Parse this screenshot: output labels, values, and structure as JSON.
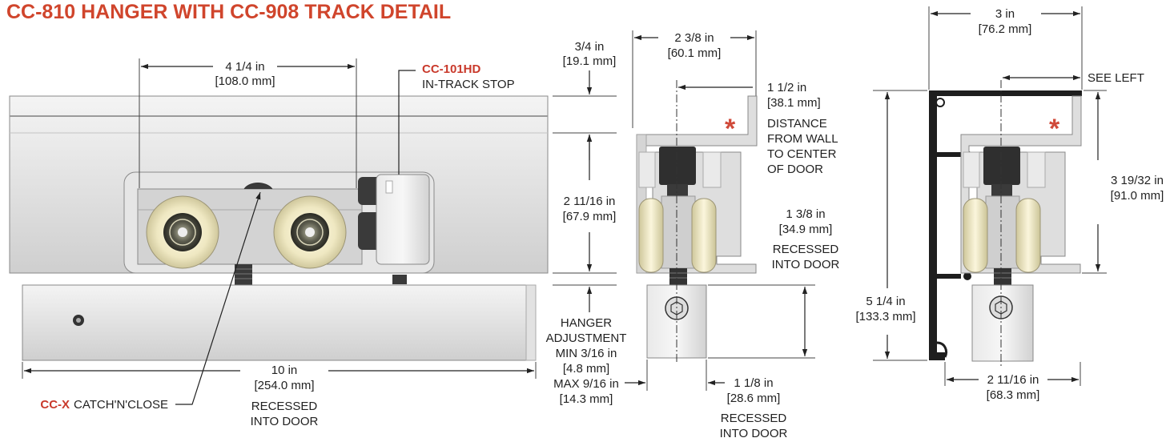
{
  "title": "CC-810 HANGER WITH CC-908 TRACK DETAIL",
  "labels": {
    "roller_spacing": [
      "4 1/4 in",
      "[108.0 mm]"
    ],
    "stop_code": "CC-101HD",
    "stop_name": "IN-TRACK STOP",
    "door_length": [
      "10 in",
      "[254.0 mm]",
      "RECESSED",
      "INTO DOOR"
    ],
    "catch_code": "CC-X",
    "catch_name": "CATCH'N'CLOSE",
    "top_gap": [
      "3/4 in",
      "[19.1 mm]"
    ],
    "track_height": [
      "2 11/16 in",
      "[67.9 mm]"
    ],
    "adjustment": [
      "HANGER",
      "ADJUSTMENT",
      "MIN 3/16 in",
      "[4.8 mm]",
      "MAX 9/16 in",
      "[14.3 mm]"
    ],
    "hanger_width": [
      "2 3/8 in",
      "[60.1 mm]"
    ],
    "wall_distance": [
      "1 1/2 in",
      "[38.1 mm]",
      "DISTANCE",
      "FROM WALL",
      "TO CENTER",
      "OF DOOR"
    ],
    "hanger_recess": [
      "1 3/8 in",
      "[34.9 mm]",
      "RECESSED",
      "INTO DOOR"
    ],
    "block_width": [
      "1 1/8 in",
      "[28.6 mm]",
      "RECESSED",
      "INTO DOOR"
    ],
    "track_width": [
      "3 in",
      "[76.2 mm]"
    ],
    "see_left": "SEE LEFT",
    "track_inner_height": [
      "3 19/32 in",
      "[91.0 mm]"
    ],
    "total_height": [
      "5 1/4 in",
      "[133.3 mm]"
    ],
    "track_bottom_width": [
      "2 11/16 in",
      "[68.3 mm]"
    ],
    "asterisk": "*"
  },
  "colors": {
    "title": "#d0452c",
    "accent": "#c9392b",
    "aluminum": "#dcdcdc",
    "roller": "#efe9c6",
    "dark_part": "#2e2e2e"
  }
}
